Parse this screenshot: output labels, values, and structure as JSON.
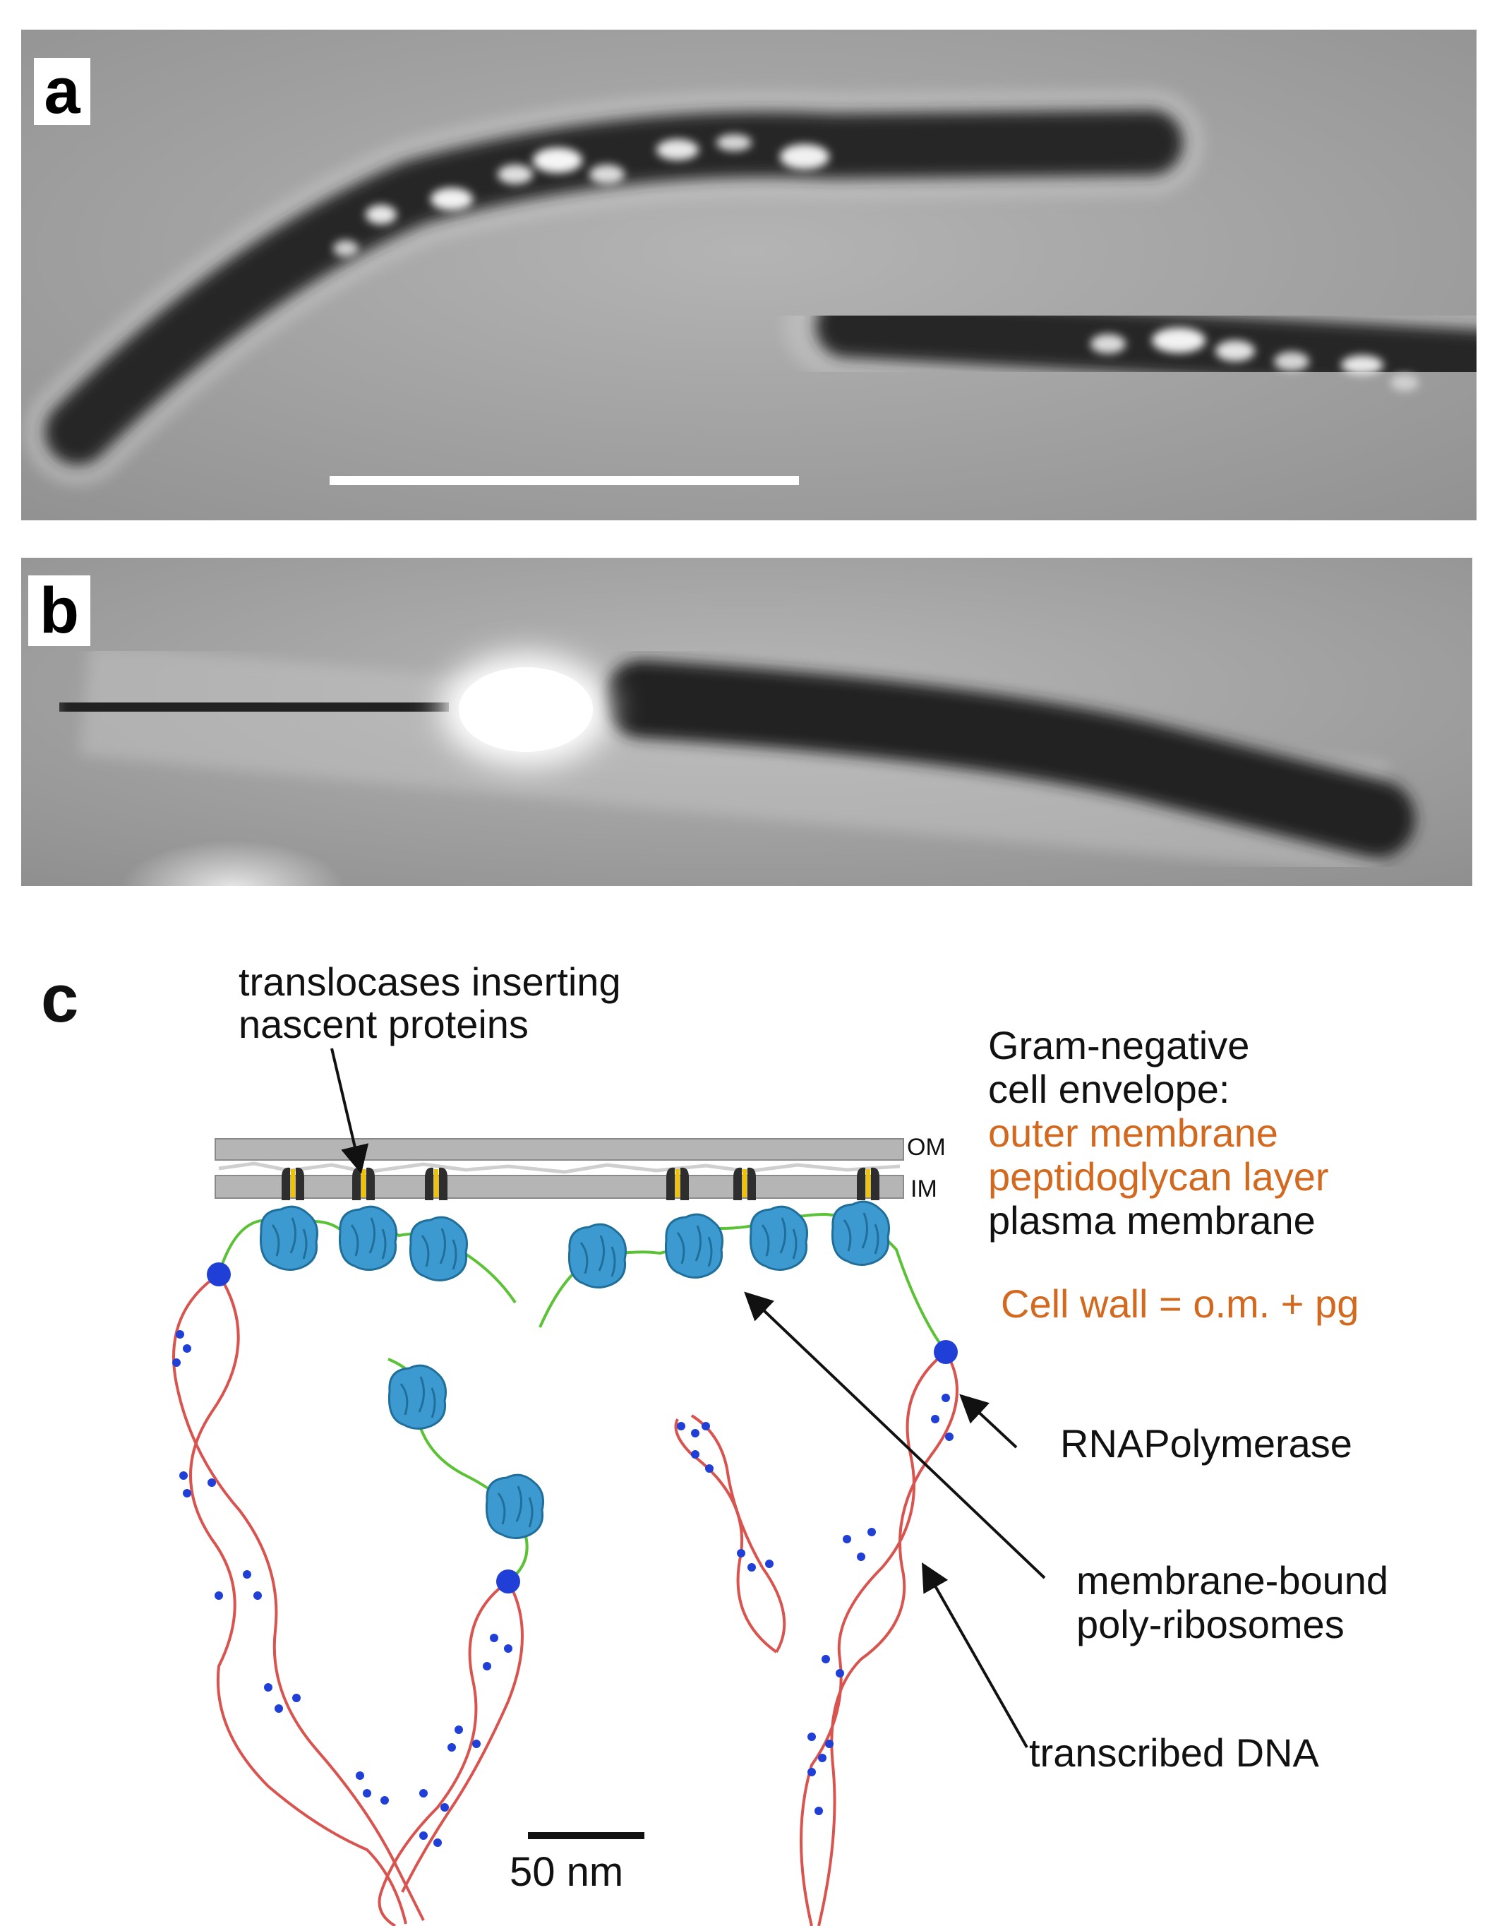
{
  "panels": {
    "a": {
      "letter": "a"
    },
    "b": {
      "letter": "b"
    },
    "c": {
      "letter": "c"
    }
  },
  "labels": {
    "translocases_line1": "translocases inserting",
    "translocases_line2": "nascent proteins",
    "om": "OM",
    "im": "IM",
    "envelope_title_line1": "Gram-negative",
    "envelope_title_line2": "cell envelope:",
    "outer_membrane": "outer membrane",
    "peptidoglycan": "peptidoglycan layer",
    "plasma_membrane": "plasma membrane",
    "cell_wall": "Cell wall = o.m. + pg",
    "rna_polymerase": "RNAPolymerase",
    "polyribosomes_line1": "membrane-bound",
    "polyribosomes_line2": "poly-ribosomes",
    "transcribed_dna": "transcribed DNA",
    "scale": "50 nm"
  },
  "colors": {
    "outer_membrane": "#d2691e",
    "peptidoglycan": "#d2691e",
    "cell_wall": "#d2691e",
    "ribosome": "#3d9ad1",
    "dna": "#d9534f",
    "rna_polymerase": "#1f3fd6",
    "mrna": "#5bc236",
    "translocase": "#2e2e2e",
    "membrane": "#b5b5b5"
  }
}
